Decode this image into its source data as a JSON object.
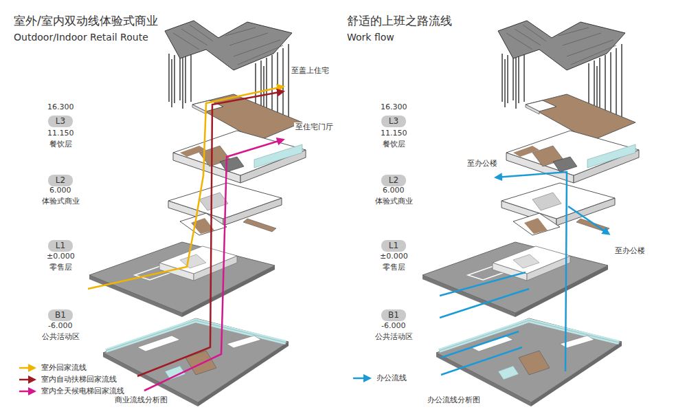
{
  "diagram": {
    "nodes": [
      {
        "text": [
          "L3"
        ]
      },
      {
        "text": [
          "L2"
        ]
      },
      {
        "text": [
          "L1"
        ]
      },
      {
        "text": [
          "B1"
        ]
      },
      {
        "text": [
          "L3"
        ]
      },
      {
        "text": [
          "L2"
        ]
      },
      {
        "text": [
          "L1"
        ]
      },
      {
        "text": [
          "B1"
        ]
      }
    ],
    "labels": [
      "室外/室内双动线体验式商业",
      "Outdoor/Indoor Retail Route",
      "舒适的上班之路流线",
      "Work flow",
      "16.300",
      "11.150",
      "餐饮层",
      "6.000",
      "体验式商业",
      "±0.000",
      "零售层",
      "-6.000",
      "公共活动区",
      "至盖上住宅",
      "至住宅门厅",
      "商业流线分析图",
      "16.300",
      "11.150",
      "餐饮层",
      "6.000",
      "体验式商业",
      "±0.000",
      "零售层",
      "-6.000",
      "公共活动区",
      "至办公楼",
      "至办公楼",
      "办公流线分析图"
    ],
    "legend": [
      {
        "text": "室外回家流线"
      },
      {
        "text": "室内自动扶梯回家流线"
      },
      {
        "text": "室内全天候电梯回家流线"
      },
      {
        "text": "办公流线"
      }
    ]
  }
}
